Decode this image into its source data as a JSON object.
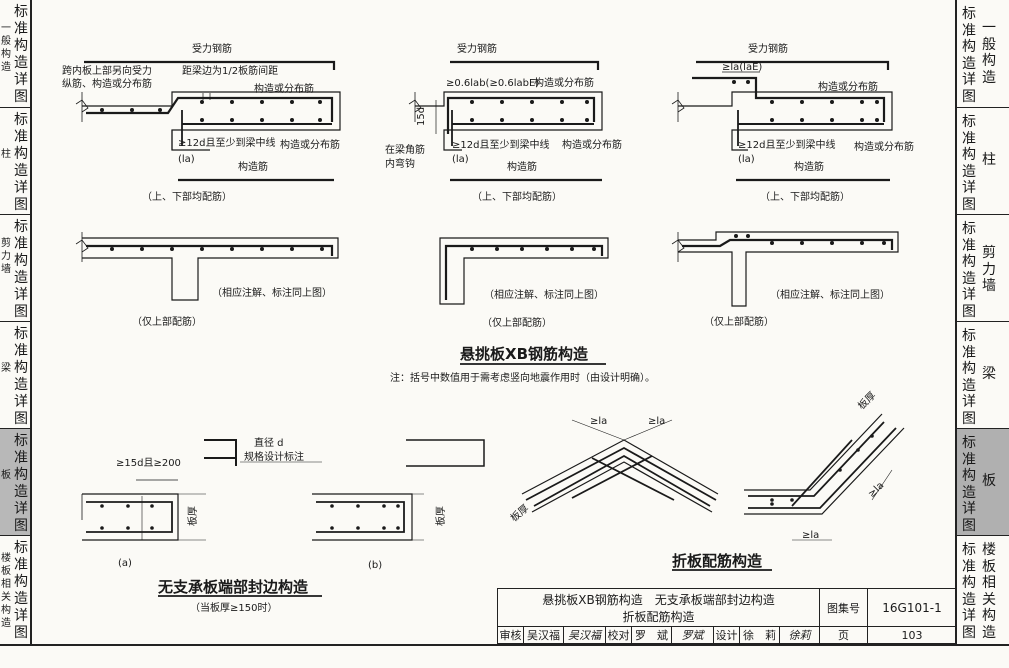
{
  "left_nav": [
    {
      "vertical": "标准构造详图",
      "side": "一般构造",
      "active": false
    },
    {
      "vertical": "标准构造详图",
      "side": "柱",
      "active": false
    },
    {
      "vertical": "标准构造详图",
      "side": "剪力墙",
      "active": false
    },
    {
      "vertical": "标准构造详图",
      "side": "梁",
      "active": false
    },
    {
      "vertical": "标准构造详图",
      "side": "板",
      "active": true
    },
    {
      "vertical": "标准构造详图",
      "side": "楼板相关构造",
      "active": false
    }
  ],
  "right_nav": [
    {
      "vertical": "标准构造详图",
      "side": "一般构造",
      "active": false
    },
    {
      "vertical": "标准构造详图",
      "side": "柱",
      "active": false
    },
    {
      "vertical": "标准构造详图",
      "side": "剪力墙",
      "active": false
    },
    {
      "vertical": "标准构造详图",
      "side": "梁",
      "active": false
    },
    {
      "vertical": "标准构造详图",
      "side": "板",
      "active": true
    },
    {
      "vertical": "标准构造详图",
      "side": "楼板相关构造",
      "active": false
    }
  ],
  "cantilever": {
    "d1": {
      "stress_rebar": "受力钢筋",
      "note_top": "跨内板上部另向受力",
      "note_top2": "纵筋、构造或分布筋",
      "spacing": "距梁边为1/2板筋间距",
      "dist_rebar": "构造或分布筋",
      "anchor": "≥12d且至少到梁中线",
      "la": "(la)",
      "dist_rebar2": "构造或分布筋",
      "const_rebar": "构造筋",
      "caption": "（上、下部均配筋）"
    },
    "d2": {
      "stress_rebar": "受力钢筋",
      "dim": "≥0.6lab(≥0.6labE)",
      "dist_rebar": "构造或分布筋",
      "hook": "15d",
      "anchor": "≥12d且至少到梁中线",
      "la": "(la)",
      "corner1": "在梁角筋",
      "corner2": "内弯钩",
      "dist_rebar2": "构造或分布筋",
      "const_rebar": "构造筋",
      "caption": "（上、下部均配筋）"
    },
    "d3": {
      "stress_rebar": "受力钢筋",
      "dim": "≥la(laE)",
      "dist_rebar": "构造或分布筋",
      "anchor": "≥12d且至少到梁中线",
      "la": "(la)",
      "dist_rebar2": "构造或分布筋",
      "const_rebar": "构造筋",
      "caption": "（上、下部均配筋）"
    },
    "same_note": "（相应注解、标注同上图）",
    "top_only": "（仅上部配筋）",
    "title": "悬挑板XB钢筋构造",
    "note": "注：括号中数值用于需考虑竖向地震作用时（由设计明确）。"
  },
  "edge": {
    "dim": "≥15d且≥200",
    "diameter": "直径 d",
    "spec": "规格设计标注",
    "thick": "板厚",
    "label_a": "(a)",
    "label_b": "(b)",
    "title": "无支承板端部封边构造",
    "subtitle": "（当板厚≥150时）"
  },
  "folded": {
    "la1": "≥la",
    "la2": "≥la",
    "thick": "板厚",
    "thick2": "板厚",
    "la3": "≥la",
    "la4": "≥la",
    "title": "折板配筋构造"
  },
  "title_block": {
    "line1": "悬挑板XB钢筋构造　无支承板端部封边构造",
    "line2": "折板配筋构造",
    "atlas_label": "图集号",
    "atlas_no": "16G101-1",
    "review": "审核",
    "reviewer": "吴汉福",
    "reviewer_sig": "吴汉福",
    "check": "校对",
    "checker": "罗　斌",
    "checker_sig": "罗斌",
    "design": "设计",
    "designer": "徐　莉",
    "designer_sig": "徐莉",
    "page_label": "页",
    "page_no": "103"
  }
}
